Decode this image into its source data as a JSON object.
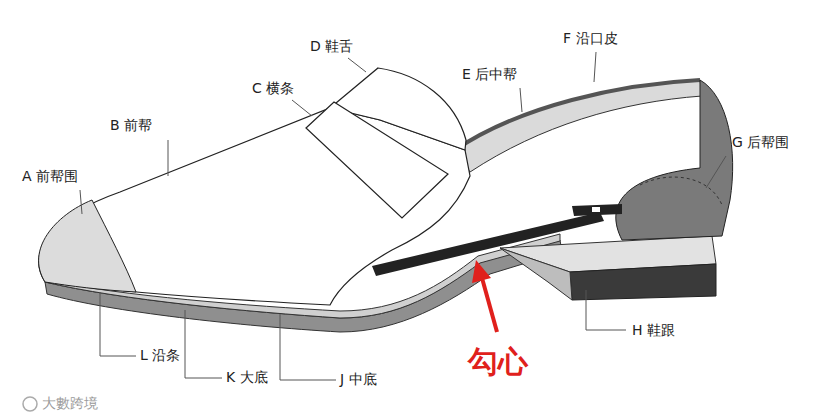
{
  "diagram": {
    "labels": [
      "D 鞋舌",
      "C 横条",
      "B 前帮",
      "A 前帮围",
      "E 后中帮",
      "F 沿口皮",
      "G 后帮围",
      "H 鞋跟",
      "L 沿条",
      "K 大底",
      "J 中底",
      "勾心",
      "大數跨境"
    ]
  }
}
